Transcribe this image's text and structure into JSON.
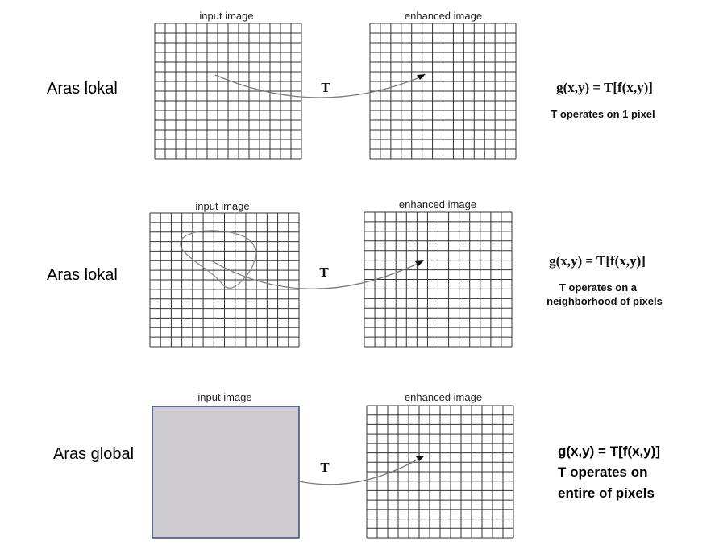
{
  "rows": [
    {
      "side_label": "Aras lokal",
      "input_label": "input image",
      "output_label": "enhanced image",
      "operator": "T",
      "formula": "g(x,y) = T[f(x,y)]",
      "description": [
        "T operates on 1 pixel"
      ]
    },
    {
      "side_label": "Aras lokal",
      "input_label": "input image",
      "output_label": "enhanced image",
      "operator": "T",
      "formula": "g(x,y) = T[f(x,y)]",
      "description": [
        "T operates on a",
        "neighborhood of pixels"
      ]
    },
    {
      "side_label": "Aras global",
      "input_label": "input image",
      "output_label": "enhanced image",
      "operator": "T",
      "formula": "g(x,y) = T[f(x,y)]",
      "description": [
        "T operates on",
        "entire of pixels"
      ]
    }
  ],
  "colors": {
    "global_input_fill": "#cdcbce",
    "global_input_border": "#3a4a78",
    "grid_line": "#333333",
    "arrow": "#7a7a7a"
  }
}
